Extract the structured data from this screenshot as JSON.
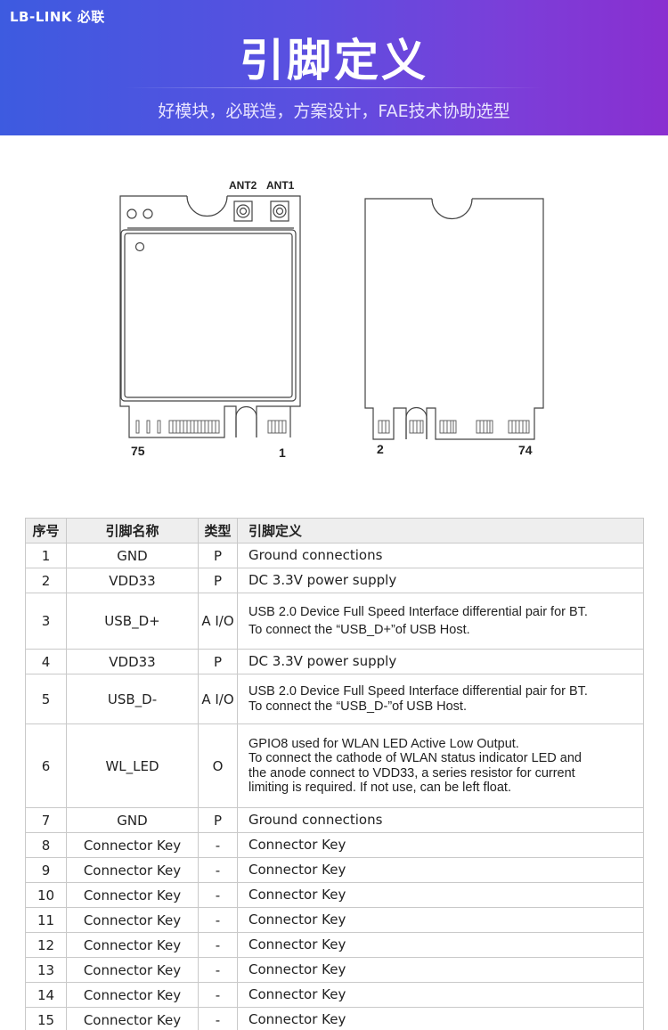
{
  "header": {
    "logo": "LB-LINK 必联",
    "title": "引脚定义",
    "subtitle": "好模块，必联造，方案设计，FAE技术协助选型",
    "gradient_start": "#3d5be0",
    "gradient_end": "#8a2fd0"
  },
  "diagram": {
    "front": {
      "ant2": "ANT2",
      "ant1": "ANT1",
      "pin_left": "75",
      "pin_right": "1"
    },
    "back": {
      "pin_left": "2",
      "pin_right": "74"
    }
  },
  "table": {
    "headers": {
      "num": "序号",
      "name": "引脚名称",
      "type": "类型",
      "def": "引脚定义"
    },
    "rows": [
      {
        "num": "1",
        "name": "GND",
        "type": "P",
        "def": [
          "Ground connections"
        ]
      },
      {
        "num": "2",
        "name": "VDD33",
        "type": "P",
        "def": [
          "DC 3.3V power supply"
        ]
      },
      {
        "num": "3",
        "name": "USB_D+",
        "type": "A I/O",
        "def": [
          "USB 2.0 Device Full Speed Interface differential pair for BT.",
          "To connect the “USB_D+”of USB Host."
        ]
      },
      {
        "num": "4",
        "name": "VDD33",
        "type": "P",
        "def": [
          "DC 3.3V power supply"
        ]
      },
      {
        "num": "5",
        "name": "USB_D-",
        "type": "A I/O",
        "def": [
          "USB 2.0 Device Full Speed Interface differential pair for BT.",
          "To connect the “USB_D-”of USB Host."
        ]
      },
      {
        "num": "6",
        "name": "WL_LED",
        "type": "O",
        "def": [
          "GPIO8 used for WLAN LED Active Low Output.",
          "To connect the cathode of WLAN status indicator LED and",
          "the anode connect to VDD33, a series resistor for current",
          "limiting is required. If not use, can be left float."
        ]
      },
      {
        "num": "7",
        "name": "GND",
        "type": "P",
        "def": [
          "Ground connections"
        ]
      },
      {
        "num": "8",
        "name": "Connector Key",
        "type": "-",
        "def": [
          "Connector Key"
        ]
      },
      {
        "num": "9",
        "name": "Connector Key",
        "type": "-",
        "def": [
          "Connector Key"
        ]
      },
      {
        "num": "10",
        "name": "Connector Key",
        "type": "-",
        "def": [
          "Connector Key"
        ]
      },
      {
        "num": "11",
        "name": "Connector Key",
        "type": "-",
        "def": [
          "Connector Key"
        ]
      },
      {
        "num": "12",
        "name": "Connector Key",
        "type": "-",
        "def": [
          "Connector Key"
        ]
      },
      {
        "num": "13",
        "name": "Connector Key",
        "type": "-",
        "def": [
          "Connector Key"
        ]
      },
      {
        "num": "14",
        "name": "Connector Key",
        "type": "-",
        "def": [
          "Connector Key"
        ]
      },
      {
        "num": "15",
        "name": "Connector Key",
        "type": "-",
        "def": [
          "Connector Key"
        ]
      }
    ]
  }
}
